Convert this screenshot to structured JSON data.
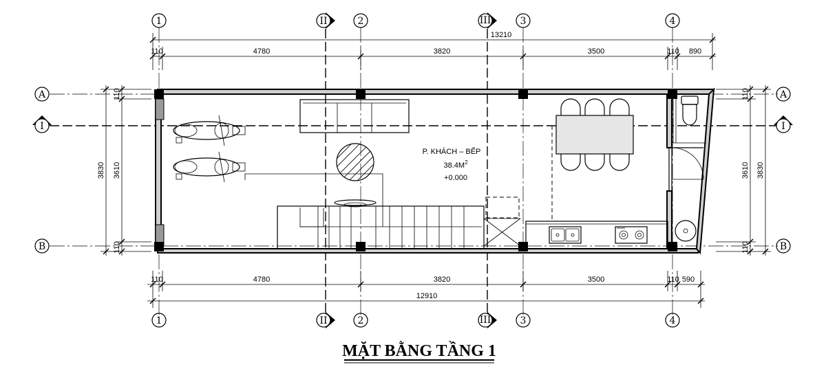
{
  "title": "MẶT BẰNG TẦNG 1",
  "room": {
    "name": "P. KHÁCH – BẾP",
    "area": "38.4M",
    "area_sup": "2",
    "level": "+0.000"
  },
  "axes": {
    "vertical": [
      "1",
      "2",
      "3",
      "4"
    ],
    "horizontal": [
      "A",
      "B"
    ],
    "section_vertical": [
      "II",
      "III"
    ],
    "section_horizontal": [
      "I"
    ]
  },
  "dims_top": {
    "overall": "13210",
    "segments": [
      "110",
      "4780",
      "3820",
      "3500",
      "110",
      "890"
    ]
  },
  "dims_bottom": {
    "overall": "12910",
    "segments": [
      "110",
      "4780",
      "3820",
      "3500",
      "110",
      "590"
    ]
  },
  "dims_left": {
    "outer": "3830",
    "inner": "3610",
    "top": "110",
    "bottom": "110"
  },
  "dims_right": {
    "outer": "3830",
    "inner": "3610",
    "top": "110",
    "bottom": "110"
  }
}
